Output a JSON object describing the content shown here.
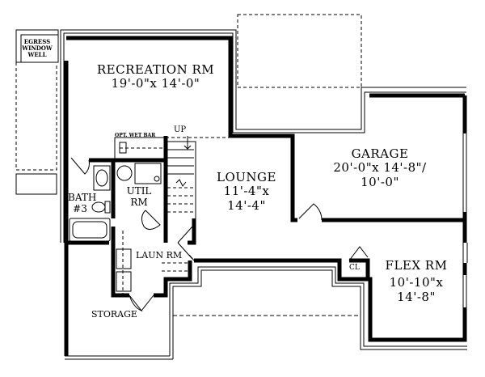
{
  "plan": {
    "rooms": {
      "recreation": {
        "name": "RECREATION  RM",
        "size": "19'-0\"x  14'-0\""
      },
      "garage": {
        "name": "GARAGE",
        "size1": "20'-0\"x  14'-8\"/",
        "size2": "10'-0\""
      },
      "lounge": {
        "name": "LOUNGE",
        "size1": "11'-4\"x",
        "size2": "14'-4\""
      },
      "flex": {
        "name": "FLEX  RM",
        "size1": "10'-10\"x",
        "size2": "14'-8\""
      },
      "bath": {
        "name1": "BATH",
        "name2": "#3"
      },
      "util": {
        "name1": "UTIL",
        "name2": "RM"
      },
      "laundry": {
        "name": "LAUN  RM"
      },
      "storage": {
        "name": "STORAGE"
      },
      "closet": {
        "name": "CL"
      }
    },
    "labels": {
      "egress1": "EGRESS",
      "egress2": "WINDOW",
      "egress3": "WELL",
      "wet_bar": "OPT. WET BAR",
      "stairs_up": "UP"
    }
  }
}
